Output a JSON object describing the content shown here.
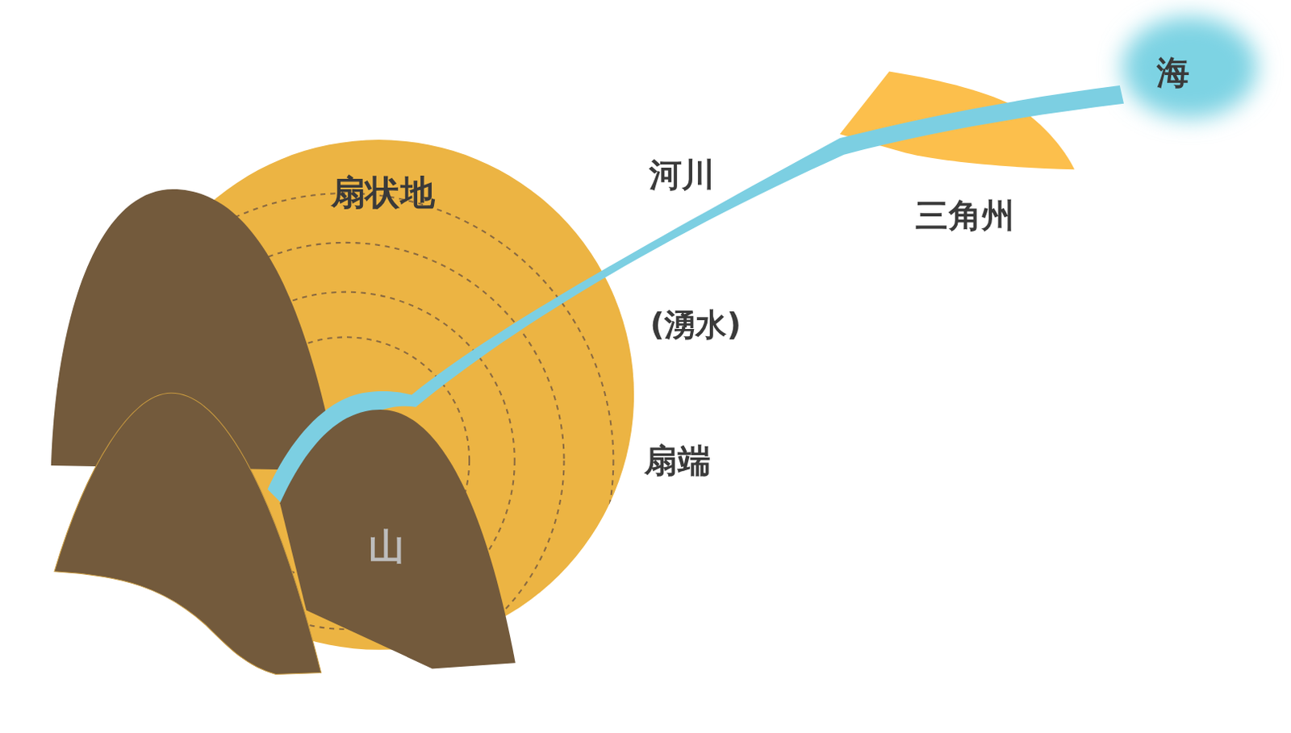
{
  "diagram": {
    "nodes": [
      {
        "text": [
          "扇状地"
        ]
      },
      {
        "text": [
          "山"
        ]
      },
      {
        "text": [
          "三角州"
        ]
      },
      {
        "text": [
          "海"
        ]
      }
    ],
    "labels": [
      "河川",
      "(湧水)",
      "扇端"
    ]
  }
}
